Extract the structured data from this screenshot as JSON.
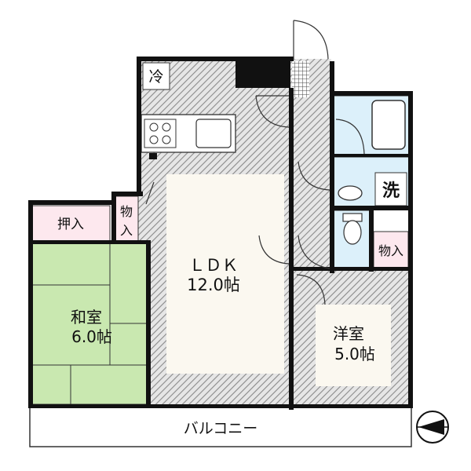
{
  "rooms": {
    "ldk": {
      "name": "ＬＤＫ",
      "size": "12.0帖"
    },
    "washitsu": {
      "name": "和室",
      "size": "6.0帖"
    },
    "youshitsu": {
      "name": "洋室",
      "size": "5.0帖"
    }
  },
  "labels": {
    "oshiire": "押入",
    "monoire_center": "物",
    "monoire_center2": "入",
    "monoire_right": "物入",
    "fridge": "冷",
    "laundry": "洗",
    "balcony": "バルコニー"
  },
  "colors": {
    "wall": "#111111",
    "washitsu_fill": "#c9e8b0",
    "ldk_fill": "#fbf8f0",
    "closet_fill": "#fde8ee",
    "wet_fill": "#dcf0fa",
    "floor_hatch": "#8a8a8a"
  }
}
